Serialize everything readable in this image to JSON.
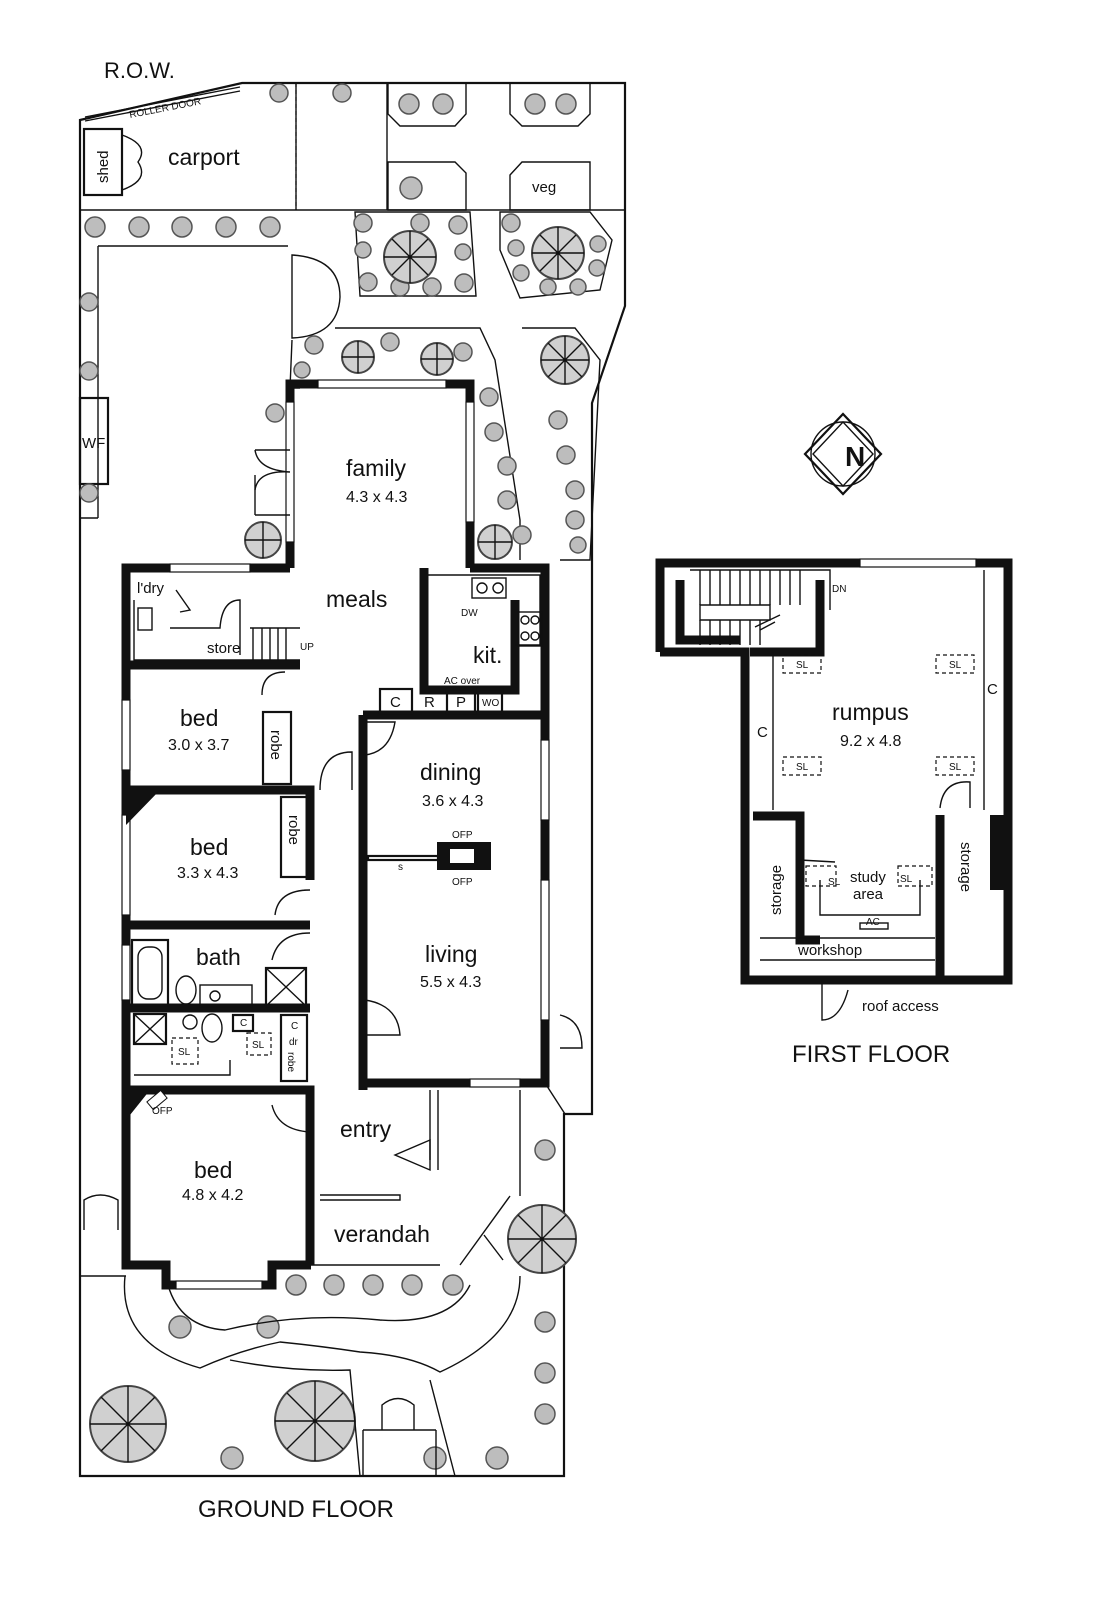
{
  "labels": {
    "row": "R.O.W.",
    "roller_door": "ROLLER DOOR",
    "shed": "shed",
    "carport": "carport",
    "veg": "veg",
    "wf": "WF",
    "family": "family",
    "family_dim": "4.3 x 4.3",
    "meals": "meals",
    "ldry": "l'dry",
    "store": "store",
    "up": "UP",
    "dw": "DW",
    "kit": "kit.",
    "ac_over": "AC over",
    "c": "C",
    "r": "R",
    "p": "P",
    "wo": "WO",
    "bed": "bed",
    "bed1_dim": "3.0 x 3.7",
    "bed2_dim": "3.3 x 4.3",
    "bed3_dim": "4.8 x 4.2",
    "robe": "robe",
    "dining": "dining",
    "dining_dim": "3.6 x 4.3",
    "ofp": "OFP",
    "s": "s",
    "living": "living",
    "living_dim": "5.5 x 4.3",
    "bath": "bath",
    "sl": "SL",
    "dr": "dr",
    "entry": "entry",
    "verandah": "verandah",
    "ground_floor": "GROUND FLOOR",
    "north": "N",
    "dn": "DN",
    "rumpus": "rumpus",
    "rumpus_dim": "9.2 x 4.8",
    "storage": "storage",
    "study_area_1": "study",
    "study_area_2": "area",
    "ac": "AC",
    "workshop": "workshop",
    "roof_access": "roof access",
    "first_floor": "FIRST FLOOR"
  }
}
